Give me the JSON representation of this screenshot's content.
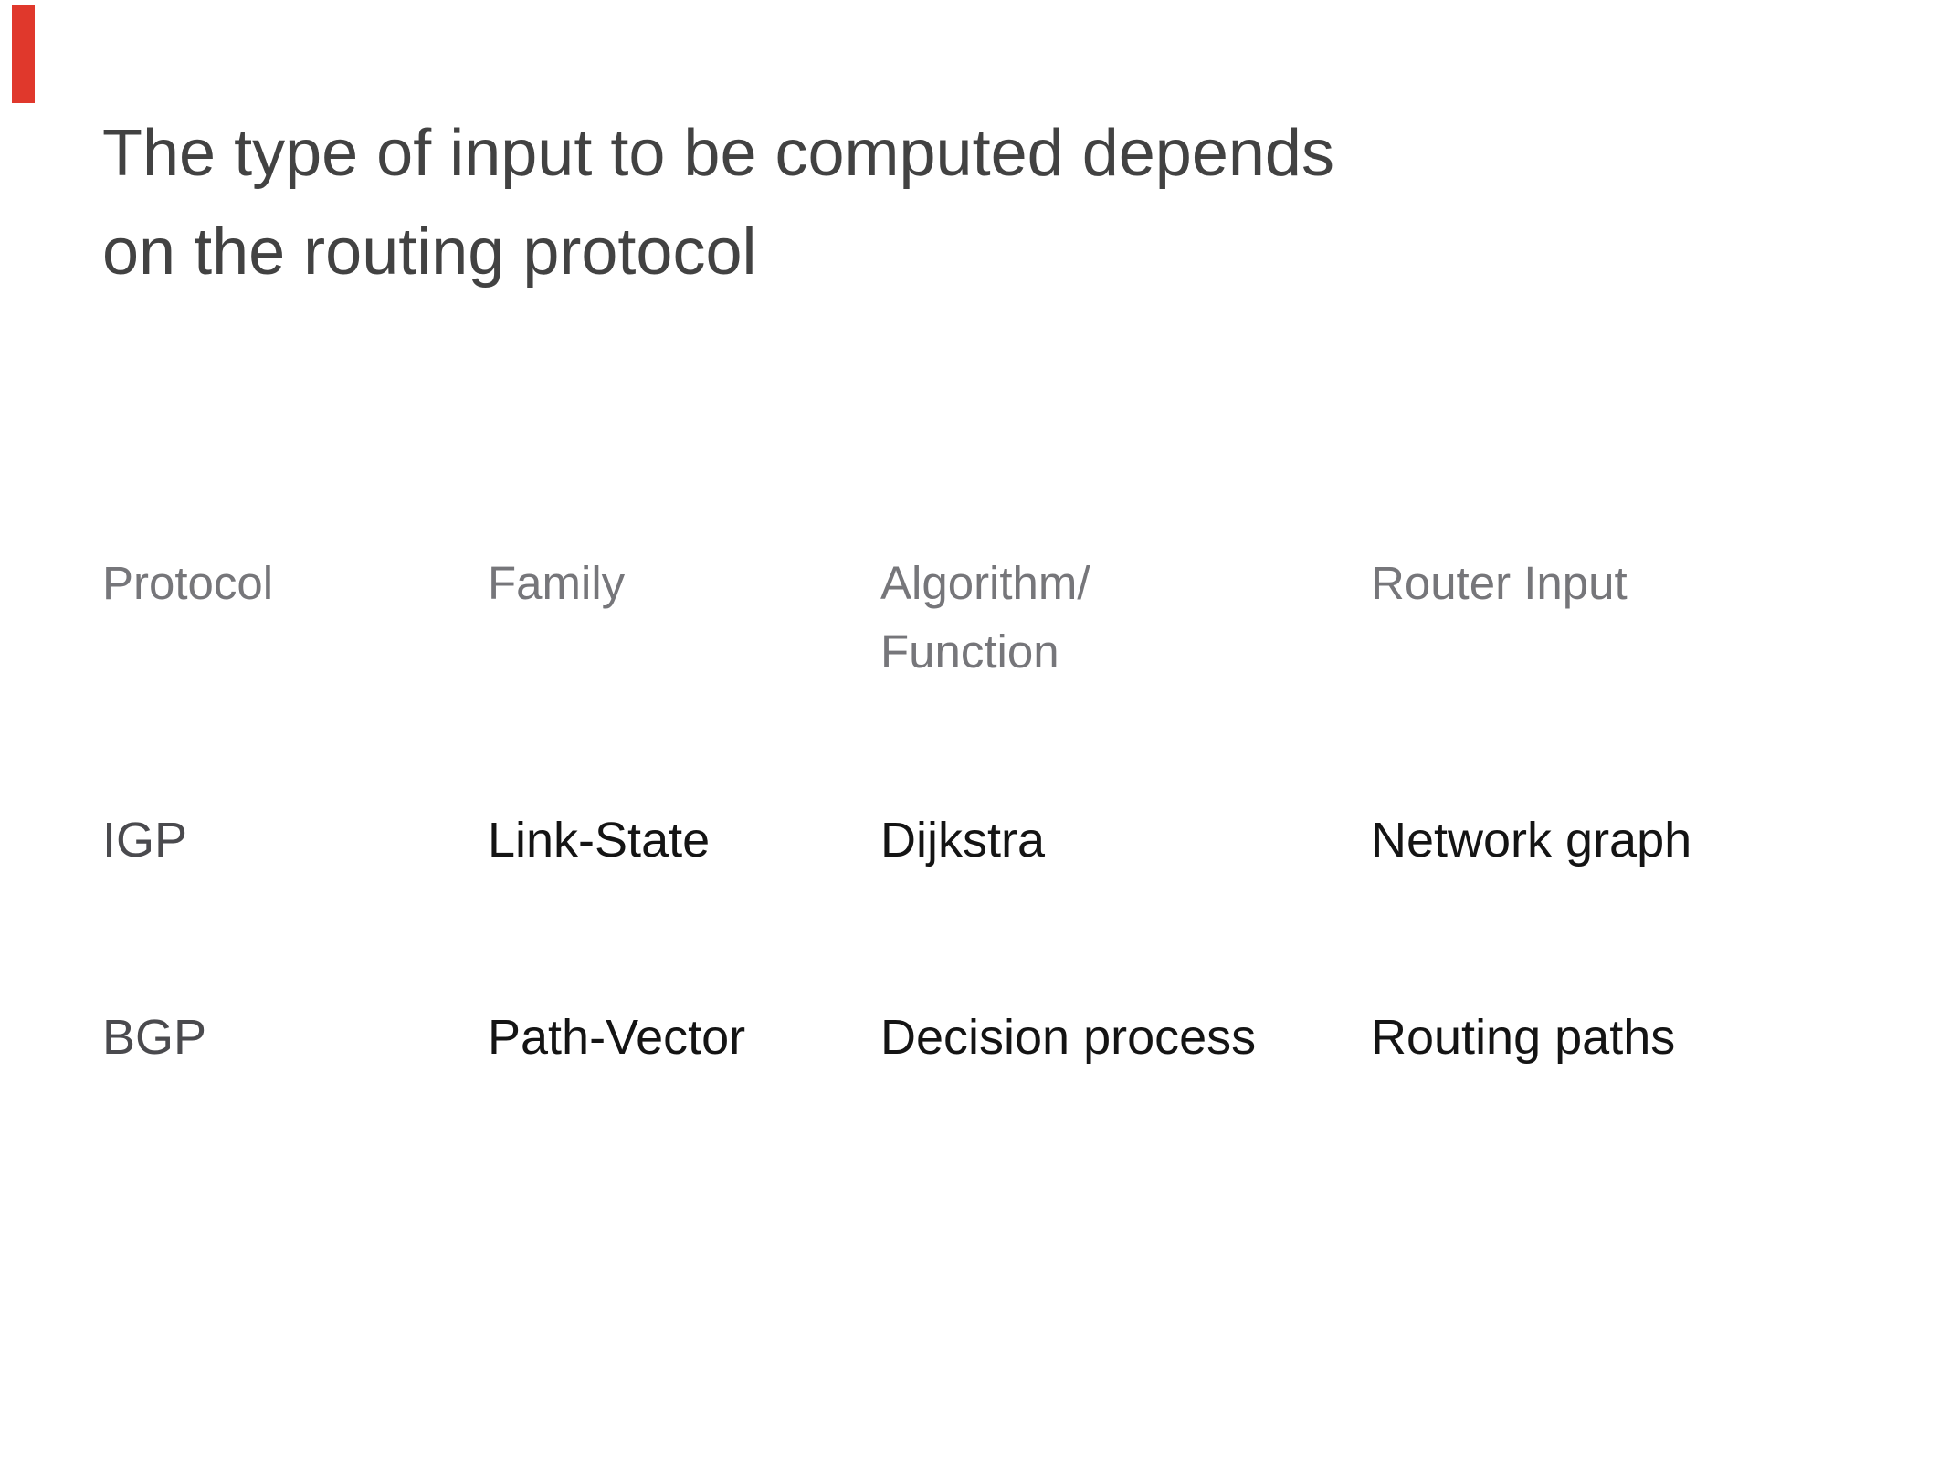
{
  "slide": {
    "accent_color": "#e0382c",
    "title_color": "#424242",
    "title_line1": "The type of input to be computed depends",
    "title_line2": "on the routing protocol"
  },
  "table": {
    "headers": {
      "protocol": "Protocol",
      "family": "Family",
      "algorithm_function": "Algorithm/\nFunction",
      "router_input": "Router Input"
    },
    "rows": [
      {
        "protocol": "IGP",
        "family": "Link-State",
        "algorithm": "Dijkstra",
        "router_input": "Network graph"
      },
      {
        "protocol": "BGP",
        "family": "Path-Vector",
        "algorithm": "Decision process",
        "router_input": "Routing paths"
      }
    ]
  }
}
